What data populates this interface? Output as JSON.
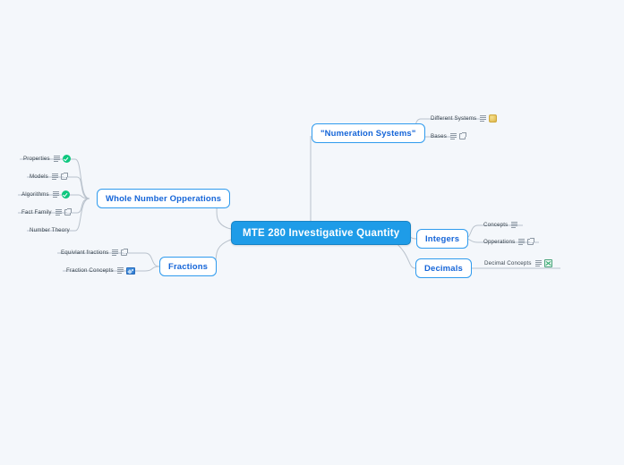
{
  "canvas": {
    "background_color": "#f4f7fb",
    "connector_color": "#b9c2cc"
  },
  "mindmap": {
    "root": {
      "label": "MTE 280 Investigative Quantity",
      "fill_color": "#1e9ce8",
      "text_color": "#ffffff"
    },
    "branches": [
      {
        "id": "numeration-systems",
        "label": "\"Numeration Systems\"",
        "side": "right",
        "children": [
          {
            "label": "Different Systems",
            "icons": [
              "notes-icon",
              "sticky-note-icon"
            ]
          },
          {
            "label": "Bases",
            "icons": [
              "notes-icon",
              "external-link-icon"
            ]
          }
        ]
      },
      {
        "id": "whole-number-opperations",
        "label": "Whole Number Opperations",
        "side": "left",
        "children": [
          {
            "label": "Properties",
            "icons": [
              "notes-icon",
              "check-badge-icon"
            ]
          },
          {
            "label": "Models",
            "icons": [
              "notes-icon",
              "external-link-icon"
            ]
          },
          {
            "label": "Algorithms",
            "icons": [
              "notes-icon",
              "check-badge-icon"
            ]
          },
          {
            "label": "Fact Family",
            "icons": [
              "notes-icon",
              "external-link-icon"
            ]
          },
          {
            "label": "Number Theory",
            "icons": []
          }
        ]
      },
      {
        "id": "fractions",
        "label": "Fractions",
        "side": "left",
        "children": [
          {
            "label": "Equivlant fractions",
            "icons": [
              "notes-icon",
              "external-link-icon"
            ]
          },
          {
            "label": "Fraction Concepts",
            "icons": [
              "notes-icon",
              "image-thumbnail-icon"
            ]
          }
        ]
      },
      {
        "id": "integers",
        "label": "Integers",
        "side": "right",
        "children": [
          {
            "label": "Concepts",
            "icons": [
              "notes-icon"
            ]
          },
          {
            "label": "Opperations",
            "icons": [
              "notes-icon",
              "external-link-icon"
            ]
          }
        ]
      },
      {
        "id": "decimals",
        "label": "Decimals",
        "side": "right",
        "children": [
          {
            "label": "Decimal Concepts",
            "icons": [
              "notes-icon",
              "spreadsheet-icon"
            ]
          }
        ]
      }
    ]
  }
}
